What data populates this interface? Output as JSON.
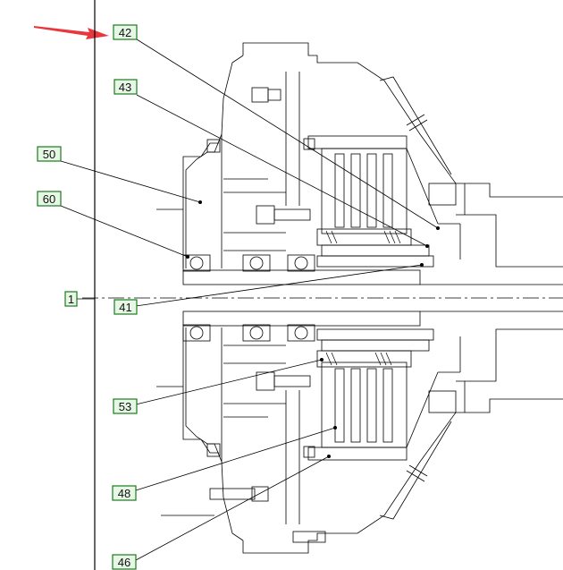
{
  "callouts": [
    {
      "id": "c42",
      "text": "42"
    },
    {
      "id": "c43",
      "text": "43"
    },
    {
      "id": "c50",
      "text": "50"
    },
    {
      "id": "c60",
      "text": "60"
    },
    {
      "id": "c1",
      "text": "1"
    },
    {
      "id": "c41",
      "text": "41"
    },
    {
      "id": "c53",
      "text": "53"
    },
    {
      "id": "c48",
      "text": "48"
    },
    {
      "id": "c46",
      "text": "46"
    }
  ],
  "colors": {
    "callout_fill": "#e6f7e6",
    "callout_border": "#1a7a1a",
    "arrow": "#e8383d",
    "line": "#000000"
  },
  "icons": {
    "pointer": "red-arrow-icon"
  }
}
